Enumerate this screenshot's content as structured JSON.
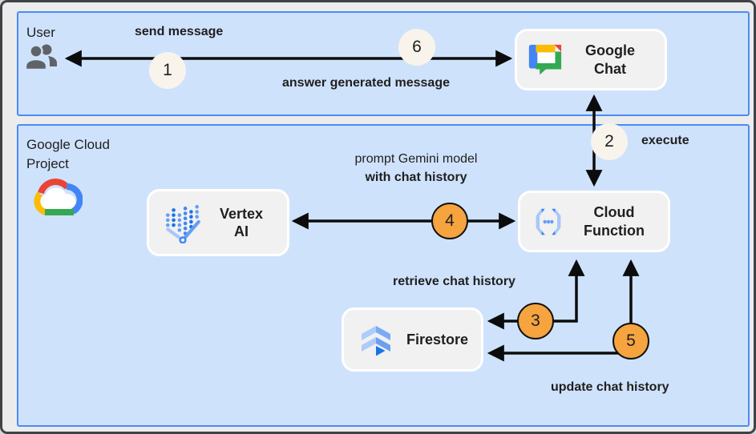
{
  "diagram": {
    "user_panel": {
      "label": "User"
    },
    "cloud_panel": {
      "label_line1": "Google Cloud",
      "label_line2": "Project"
    },
    "nodes": {
      "google_chat": {
        "label_line1": "Google",
        "label_line2": "Chat"
      },
      "vertex_ai": {
        "label_line1": "Vertex",
        "label_line2": "AI"
      },
      "cloud_function": {
        "label_line1": "Cloud",
        "label_line2": "Function"
      },
      "firestore": {
        "label": "Firestore"
      }
    },
    "steps": {
      "1": {
        "number": "1",
        "label": "send message"
      },
      "2": {
        "number": "2",
        "label": "execute"
      },
      "3": {
        "number": "3",
        "label": "retrieve chat history"
      },
      "4": {
        "number": "4",
        "label_line1": "prompt Gemini model",
        "label_line2": "with chat history"
      },
      "5": {
        "number": "5",
        "label": "update chat history"
      },
      "6": {
        "number": "6",
        "label": "answer generated message"
      }
    },
    "colors": {
      "page_bg": "#ececec",
      "frame_border": "#3f4347",
      "panel_bg": "#cfe2fc",
      "panel_border": "#4a8bf5",
      "node_bg": "#f0f1f0",
      "node_border": "#ffffff",
      "badge_light": "#f8f4ec",
      "badge_orange": "#f6a43f",
      "badge_border": "#111111",
      "arrow": "#0c0c0c",
      "text": "#1f1f1f"
    }
  }
}
